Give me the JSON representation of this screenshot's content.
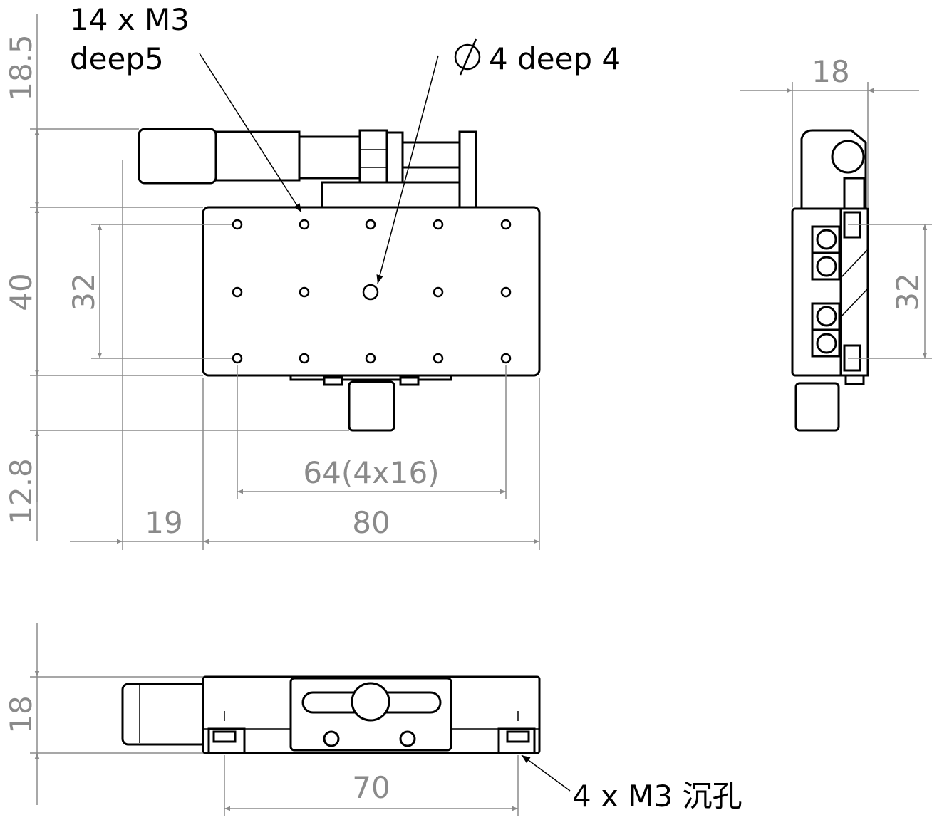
{
  "title": "Linear stage dimension drawing",
  "notes": {
    "threaded_holes_count": "14 x M3",
    "threaded_holes_depth": "deep5",
    "center_hole_symbol": "∅",
    "center_hole": "4 deep 4",
    "counterbore": "4 x M3 沉孔"
  },
  "dimensions": {
    "top_left_upper": "18.5",
    "top_left_height": "40",
    "top_left_lower": "12.8",
    "hole_pitch_y": "32",
    "offset_x": "19",
    "width": "80",
    "hole_pitch_x": "64(4x16)",
    "side_width": "18",
    "side_hole_pitch": "32",
    "front_height": "18",
    "front_hole_pitch": "70"
  }
}
